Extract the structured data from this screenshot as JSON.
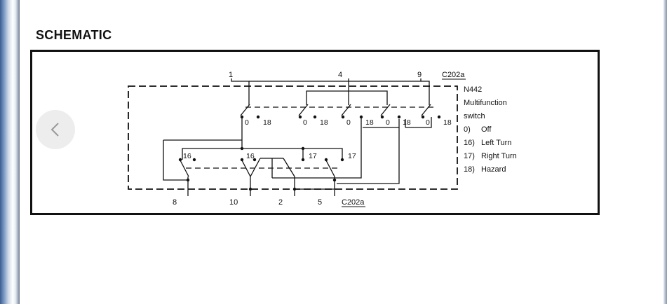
{
  "page": {
    "title": "SCHEMATIC"
  },
  "diagram": {
    "top_pins": [
      "1",
      "4",
      "9"
    ],
    "top_connector": "C202a",
    "bottom_pins": [
      "8",
      "10",
      "2",
      "5"
    ],
    "bottom_connector": "C202a",
    "component_id": "N442",
    "component_name_line1": "Multifunction",
    "component_name_line2": "switch",
    "legend": [
      {
        "code": "0)",
        "text": "Off"
      },
      {
        "code": "16)",
        "text": "Left Turn"
      },
      {
        "code": "17)",
        "text": "Right Turn"
      },
      {
        "code": "18)",
        "text": "Hazard"
      }
    ],
    "upper_positions": [
      "0",
      "18",
      "0",
      "18",
      "0",
      "18",
      "0",
      "18",
      "0",
      "18"
    ],
    "lower_positions": [
      "16",
      "16",
      "17",
      "17"
    ]
  },
  "navigation": {
    "prev_icon": "chevron-left-icon"
  }
}
